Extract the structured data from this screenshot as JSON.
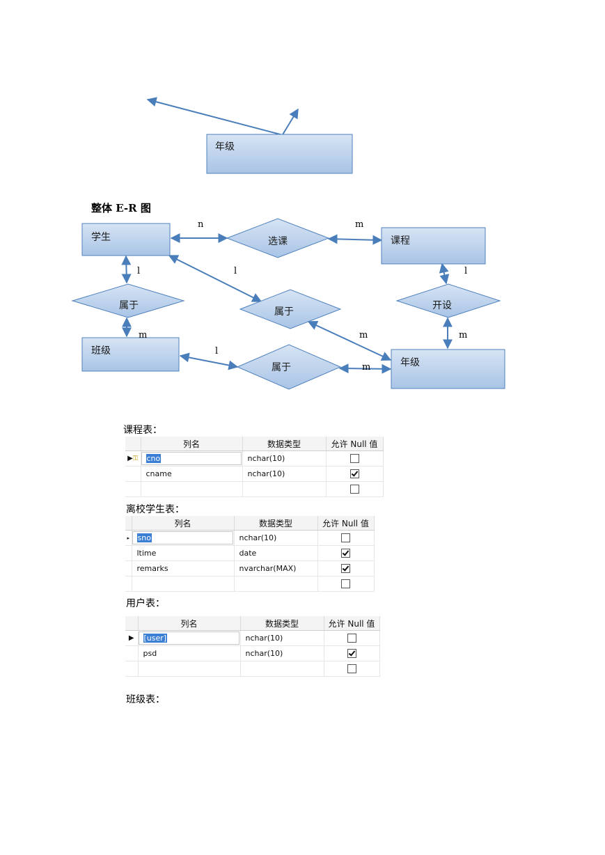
{
  "top_fragment": {
    "entity": "年级"
  },
  "er_title": "整体 E-R 图",
  "er_diagram": {
    "entities": {
      "student": "学生",
      "course": "课程",
      "class": "班级",
      "grade": "年级"
    },
    "relations": {
      "choose": "选课",
      "belong_left": "属于",
      "belong_center": "属于",
      "belong_bottom": "属于",
      "open": "开设"
    },
    "cardinalities": {
      "student_choose": "n",
      "choose_course": "m",
      "student_belong_left": "l",
      "student_belong_center": "l",
      "course_open": "l",
      "class_belong_left": "m",
      "grade_belong_center": "m",
      "grade_open": "m",
      "class_belong_bottom": "l",
      "grade_belong_bottom": "m"
    }
  },
  "tables": [
    {
      "caption": "课程表：",
      "headers": [
        "列名",
        "数据类型",
        "允许 Null 值"
      ],
      "rows": [
        {
          "name": "cno",
          "type": "nchar(10)",
          "nullable": false
        },
        {
          "name": "cname",
          "type": "nchar(10)",
          "nullable": true
        },
        {
          "name": "",
          "type": "",
          "nullable": false
        }
      ]
    },
    {
      "caption": "离校学生表：",
      "headers": [
        "列名",
        "数据类型",
        "允许 Null 值"
      ],
      "rows": [
        {
          "name": "sno",
          "type": "nchar(10)",
          "nullable": false
        },
        {
          "name": "ltime",
          "type": "date",
          "nullable": true
        },
        {
          "name": "remarks",
          "type": "nvarchar(MAX)",
          "nullable": true
        },
        {
          "name": "",
          "type": "",
          "nullable": false
        }
      ]
    },
    {
      "caption": "用户表：",
      "headers": [
        "列名",
        "数据类型",
        "允许 Null 值"
      ],
      "rows": [
        {
          "name": "[user]",
          "type": "nchar(10)",
          "nullable": false
        },
        {
          "name": "psd",
          "type": "nchar(10)",
          "nullable": true
        },
        {
          "name": "",
          "type": "",
          "nullable": false
        }
      ]
    }
  ],
  "last_caption": "班级表：",
  "colors": {
    "shape_fill_top": "#d7e4f4",
    "shape_fill_bottom": "#a9c4e6",
    "shape_stroke": "#4f81bd",
    "arrow": "#4a7ebb",
    "selection": "#3b7fd4"
  }
}
